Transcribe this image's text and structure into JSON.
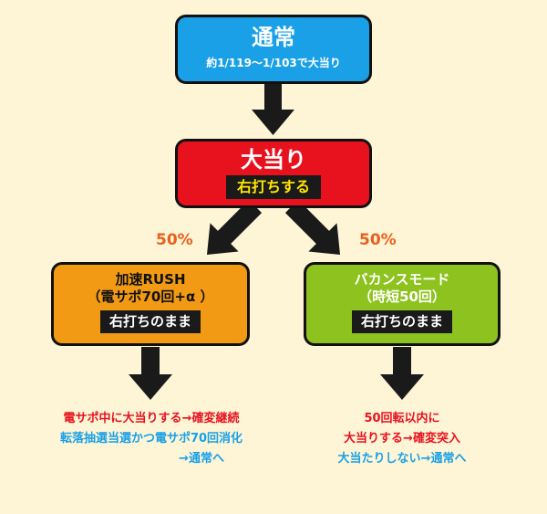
{
  "normal": {
    "title": "通常",
    "odds": "約1/119〜1/103で大当り"
  },
  "jackpot": {
    "title": "大当り",
    "label": "右打ちする"
  },
  "branches": {
    "left_pct": "50%",
    "right_pct": "50%"
  },
  "rush": {
    "title": "加速RUSH",
    "subtitle": "（電サポ70回+α ）",
    "label": "右打ちのまま",
    "notes": [
      "電サポ中に大当りする→確変継続",
      "転落抽選当選かつ電サポ70回消化",
      "→通常へ"
    ]
  },
  "vacance": {
    "title": "バカンスモード",
    "subtitle": "（時短50回）",
    "label": "右打ちのまま",
    "notes": [
      "50回転以内に",
      "大当りする→確変突入",
      "大当たりしない→通常へ"
    ]
  },
  "colors": {
    "normal_box": "#1aa0e6",
    "jackpot_box": "#e8121f",
    "rush_box": "#f29a14",
    "vacance_box": "#8dc21f",
    "yellow_text": "#ffe500",
    "note_red": "#e8121f",
    "note_blue": "#1aa0e6",
    "pct_orange": "#e8601c",
    "background": "#fdf5d6"
  }
}
